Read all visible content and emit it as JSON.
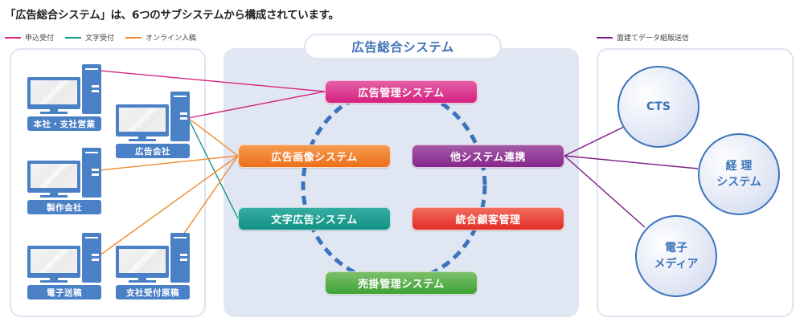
{
  "headline": "「広告総合システム」は、6つのサブシステムから構成されています。",
  "legend_left": [
    {
      "label": "申込受付",
      "color": "#d6247e"
    },
    {
      "label": "文字受付",
      "color": "#13968a"
    },
    {
      "label": "オンライン入稿",
      "color": "#ef8a2d"
    }
  ],
  "legend_right": {
    "label": "面建てデータ組版送信",
    "color": "#7e1f86"
  },
  "center": {
    "title": "広告総合システム",
    "ring_color": "#3b74bb",
    "subsystems": [
      {
        "id": "ad-management",
        "label": "広告管理システム",
        "color_top": "#e660a6",
        "color_bottom": "#d41f7f"
      },
      {
        "id": "ad-image",
        "label": "広告画像システム",
        "color_top": "#f59a4f",
        "color_bottom": "#ec6f1b"
      },
      {
        "id": "other-linkage",
        "label": "他システム連携",
        "color_top": "#a45aa8",
        "color_bottom": "#86268c"
      },
      {
        "id": "text-ad",
        "label": "文字広告システム",
        "color_top": "#36ada3",
        "color_bottom": "#129186"
      },
      {
        "id": "customer-mgmt",
        "label": "統合顧客管理",
        "color_top": "#f16c5d",
        "color_bottom": "#e22d26"
      },
      {
        "id": "accounts-receivable",
        "label": "売掛管理システム",
        "color_top": "#7cc06a",
        "color_bottom": "#3ea235"
      }
    ]
  },
  "clients": [
    {
      "id": "hq-sales",
      "label": "本社・支社営業"
    },
    {
      "id": "ad-agency",
      "label": "広告会社"
    },
    {
      "id": "production",
      "label": "製作会社"
    },
    {
      "id": "e-submission",
      "label": "電子送稿"
    },
    {
      "id": "branch-manuscript",
      "label": "支社受付原稿"
    }
  ],
  "external_systems": [
    {
      "id": "cts",
      "lines": [
        "CTS"
      ]
    },
    {
      "id": "accounting",
      "lines": [
        "経 理",
        "システム"
      ]
    },
    {
      "id": "e-media",
      "lines": [
        "電子",
        "メディア"
      ]
    }
  ],
  "connections": [
    {
      "from": "hq-sales",
      "to": "ad-management",
      "type": "申込受付"
    },
    {
      "from": "ad-agency",
      "to": "ad-management",
      "type": "申込受付"
    },
    {
      "from": "ad-agency",
      "to": "ad-image",
      "type": "オンライン入稿"
    },
    {
      "from": "ad-agency",
      "to": "text-ad",
      "type": "文字受付"
    },
    {
      "from": "production",
      "to": "ad-image",
      "type": "オンライン入稿"
    },
    {
      "from": "e-submission",
      "to": "ad-image",
      "type": "オンライン入稿"
    },
    {
      "from": "branch-manuscript",
      "to": "ad-image",
      "type": "オンライン入稿"
    },
    {
      "from": "other-linkage",
      "to": "cts",
      "type": "面建てデータ組版送信"
    },
    {
      "from": "other-linkage",
      "to": "accounting",
      "type": "面建てデータ組版送信"
    },
    {
      "from": "other-linkage",
      "to": "e-media",
      "type": "面建てデータ組版送信"
    }
  ]
}
